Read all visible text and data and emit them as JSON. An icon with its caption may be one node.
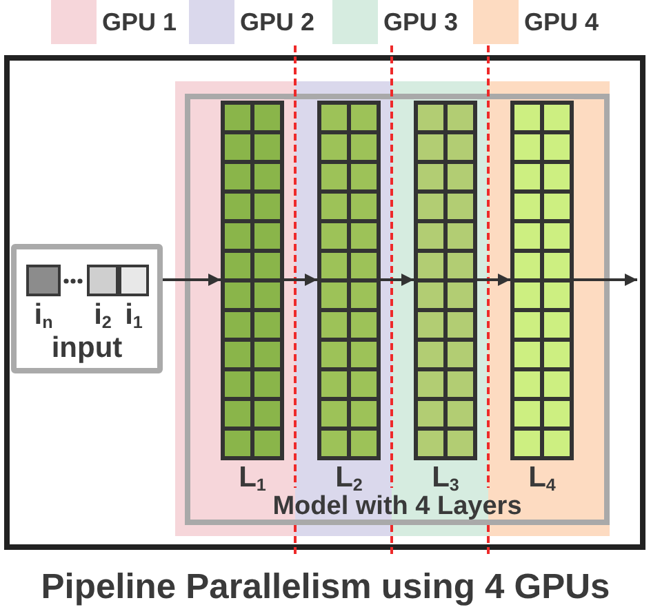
{
  "diagram": {
    "caption": "Pipeline Parallelism using 4 GPUs",
    "nodes": [
      {
        "text": [],
        "shape": "box"
      },
      {
        "text": [
          "input"
        ],
        "in": 0
      },
      {
        "text": [
          "i$_{n}$"
        ],
        "in": 1
      },
      {
        "text": [
          "i$_{2}$"
        ],
        "in": 1
      },
      {
        "text": [
          "i$_{1}$"
        ],
        "in": 1
      },
      {
        "text": [
          "Model with 4 Layers"
        ],
        "in": 0
      },
      {
        "text": [
          "L$_{1}$"
        ],
        "in": 5
      },
      {
        "text": [
          "L$_{2}$"
        ],
        "in": 5
      },
      {
        "text": [
          "L$_{3}$"
        ],
        "in": 5
      },
      {
        "text": [
          "L$_{4}$"
        ],
        "in": 5
      }
    ],
    "edges": [
      {
        "from": 1,
        "to": 6,
        "arrow": "to"
      },
      {
        "from": 6,
        "to": 7,
        "arrow": "to"
      },
      {
        "from": 7,
        "to": 8,
        "arrow": "to"
      },
      {
        "from": 8,
        "to": 9,
        "arrow": "to"
      },
      {
        "from": 9,
        "to": null,
        "arrow": "to"
      }
    ],
    "legend": [
      {
        "text": "GPU 1",
        "color": "#f6d6da"
      },
      {
        "text": "GPU 2",
        "color": "#dad8ec"
      },
      {
        "text": "GPU 3",
        "color": "#d6ece0"
      },
      {
        "text": "GPU 4",
        "color": "#fddbc1"
      }
    ]
  }
}
